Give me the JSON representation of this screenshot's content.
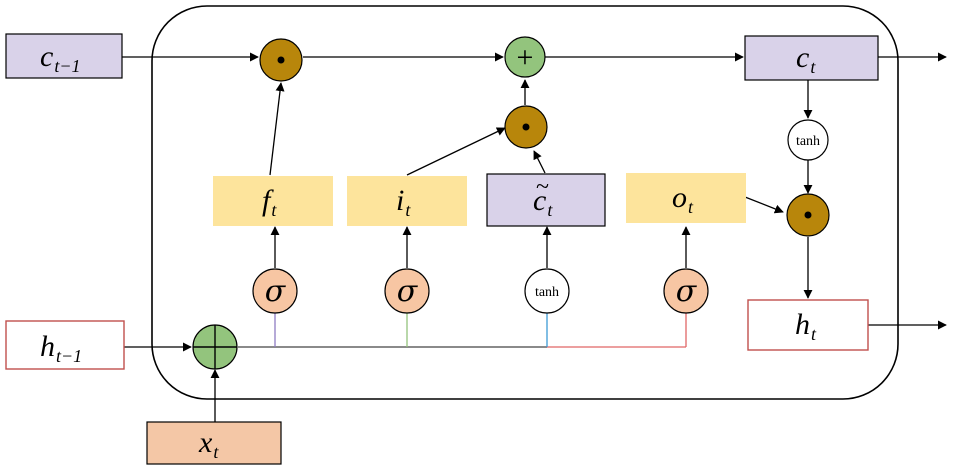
{
  "inputs": {
    "c_prev": {
      "base": "c",
      "sub": "t−1"
    },
    "h_prev": {
      "base": "h",
      "sub": "t−1"
    },
    "x": {
      "base": "x",
      "sub": "t"
    }
  },
  "gates": {
    "forget": {
      "base": "f",
      "sub": "t"
    },
    "input": {
      "base": "i",
      "sub": "t"
    },
    "candidate": {
      "base": "c",
      "sub": "t",
      "accent": "~"
    },
    "output": {
      "base": "o",
      "sub": "t"
    }
  },
  "outputs": {
    "c": {
      "base": "c",
      "sub": "t"
    },
    "h": {
      "base": "h",
      "sub": "t"
    }
  },
  "activations": {
    "sigma": "σ",
    "tanh": "tanh"
  },
  "operators": {
    "add": "+"
  },
  "colors": {
    "cell_state_box": "#d9d2e9",
    "gate_box": "#fde49c",
    "input_box": "#f4c7a6",
    "hidden_box_border": "#c0504d",
    "mult_node": "#b8860b",
    "add_node": "#93c47d",
    "sigma_node": "#f7c6a3",
    "wire_forget": "#8e7cc3",
    "wire_input": "#93c47d",
    "wire_candidate": "#3d9ad6",
    "wire_output": "#e06666"
  }
}
